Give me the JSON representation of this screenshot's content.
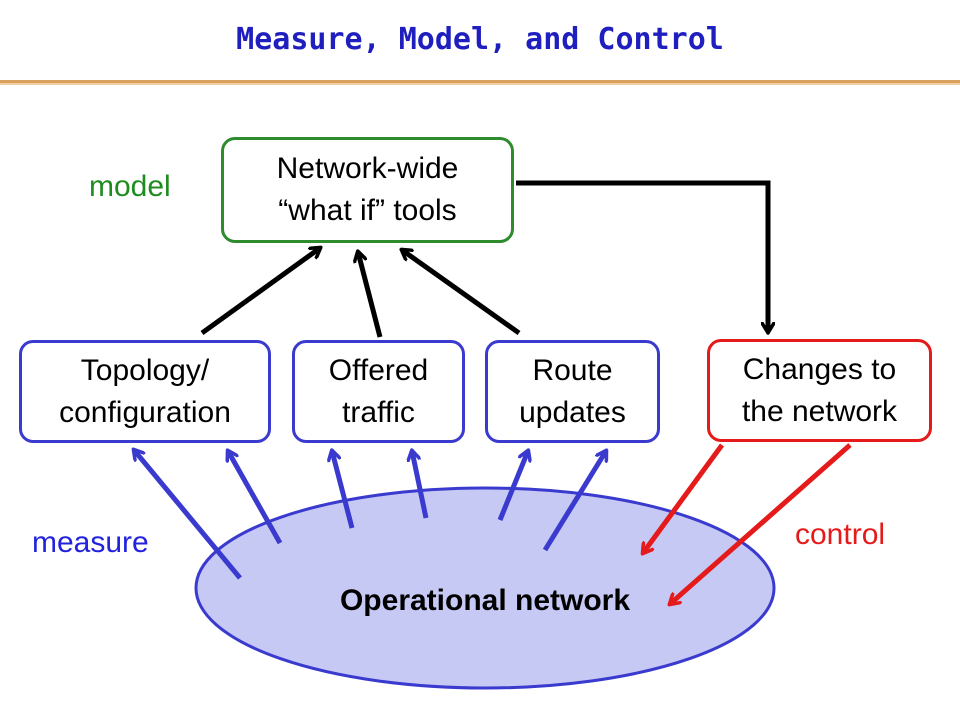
{
  "title": "Measure, Model, and Control",
  "labels": {
    "model": "model",
    "measure": "measure",
    "control": "control"
  },
  "boxes": {
    "model_tools": {
      "line1": "Network-wide",
      "line2": "“what if” tools"
    },
    "topology": {
      "line1": "Topology/",
      "line2": "configuration"
    },
    "offered_traffic": {
      "line1": "Offered",
      "line2": "traffic"
    },
    "route_updates": {
      "line1": "Route",
      "line2": "updates"
    },
    "changes": {
      "line1": "Changes to",
      "line2": "the network"
    }
  },
  "network": {
    "label": "Operational network"
  },
  "colors": {
    "title": "#1f1fbf",
    "model": "#2e8b2e",
    "measure": "#3a3acf",
    "control": "#e51a1a",
    "ellipse_fill": "#c7c9f5",
    "ellipse_stroke": "#3a3acf",
    "black_arrow": "#000000"
  },
  "connections": [
    {
      "from": "topology",
      "to": "model_tools",
      "color": "black"
    },
    {
      "from": "offered_traffic",
      "to": "model_tools",
      "color": "black"
    },
    {
      "from": "route_updates",
      "to": "model_tools",
      "color": "black"
    },
    {
      "from": "model_tools",
      "to": "changes",
      "color": "black"
    },
    {
      "from": "operational_network",
      "to": "topology",
      "color": "blue",
      "count": 2
    },
    {
      "from": "operational_network",
      "to": "offered_traffic",
      "color": "blue",
      "count": 2
    },
    {
      "from": "operational_network",
      "to": "route_updates",
      "color": "blue",
      "count": 2
    },
    {
      "from": "changes",
      "to": "operational_network",
      "color": "red",
      "count": 2
    }
  ]
}
